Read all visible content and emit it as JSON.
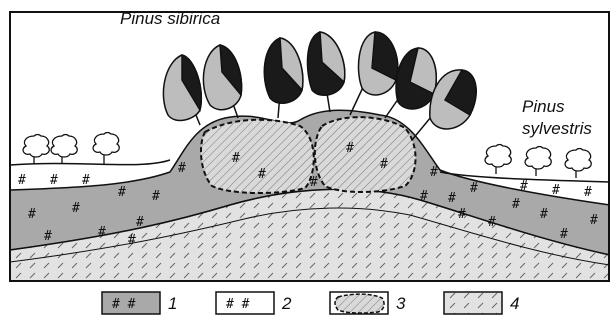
{
  "labels": {
    "species_top": "Pinus sibirica",
    "species_right_line1": "Pinus",
    "species_right_line2": "sylvestris"
  },
  "legend": [
    {
      "number": "1",
      "symbol": "# #"
    },
    {
      "number": "2",
      "symbol": "# #"
    },
    {
      "number": "3",
      "symbol": ""
    },
    {
      "number": "4",
      "symbol": ""
    }
  ],
  "colors": {
    "grey_layer": "#a9a9a9",
    "bedrock": "#e2e2e2",
    "tree_dark": "#1a1a1a",
    "tree_light": "#bdbdbd",
    "outline": "#111111"
  }
}
